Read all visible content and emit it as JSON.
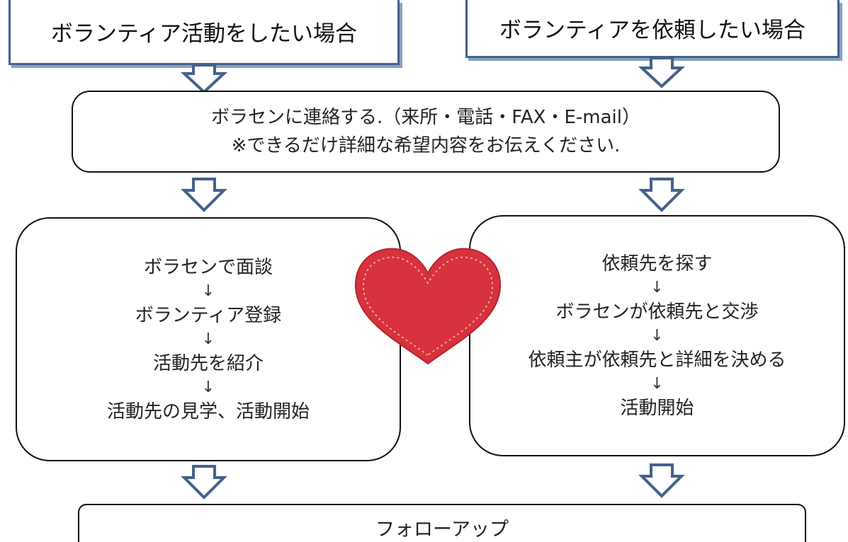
{
  "header_left": "ボランティア活動をしたい場合",
  "header_right": "ボランティアを依頼したい場合",
  "contact": {
    "line1": "ボラセンに連絡する.（来所・電話・FAX・E-mail）",
    "line2": "※できるだけ詳細な希望内容をお伝えください."
  },
  "left_flow": {
    "steps": [
      "ボラセンで面談",
      "ボランティア登録",
      "活動先を紹介",
      "活動先の見学、活動開始"
    ],
    "arrow": "↓"
  },
  "right_flow": {
    "steps": [
      "依頼先を探す",
      "ボラセンが依頼先と交渉",
      "依頼主が依頼先と詳細を決める",
      "活動開始"
    ],
    "arrow": "↓"
  },
  "followup": "フォローアップ",
  "colors": {
    "arrow_stroke": "#44618a",
    "header_border": "#44618a",
    "heart_fill": "#d8323c",
    "heart_stitch": "#f4a9ac"
  },
  "icons": [
    "hollow-down-arrow-icon",
    "heart-icon"
  ]
}
